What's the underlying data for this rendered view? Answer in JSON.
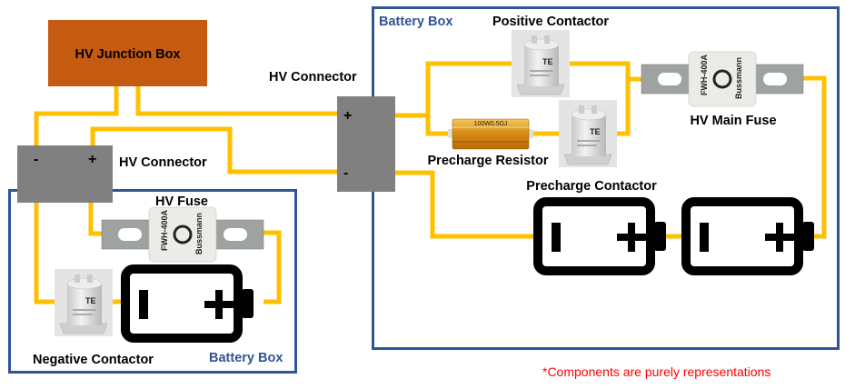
{
  "labels": {
    "junction_box": "HV Junction Box",
    "hv_connector_left": "HV Connector",
    "hv_connector_right": "HV Connector",
    "hv_fuse": "HV Fuse",
    "negative_contactor": "Negative Contactor",
    "battery_box_left": "Battery Box",
    "battery_box_right": "Battery Box",
    "positive_contactor": "Positive Contactor",
    "precharge_resistor": "Precharge Resistor",
    "precharge_contactor": "Precharge Contactor",
    "hv_main_fuse": "HV Main Fuse",
    "footnote": "*Components are purely representations"
  },
  "connector_polarity": {
    "left_minus": "-",
    "left_plus": "+",
    "right_plus": "+",
    "right_minus": "-"
  },
  "product_markings": {
    "fuse_model": "FWH-400A",
    "fuse_brand": "Bussmann",
    "contactor_brand": "TE",
    "resistor_marking": "100W0.5ΩJ"
  },
  "colors": {
    "wire": "#FFC000",
    "junction_box": "#C55A11",
    "connector": "#808080",
    "battery_box_border": "#2F5597",
    "footnote": "#FF0000"
  }
}
